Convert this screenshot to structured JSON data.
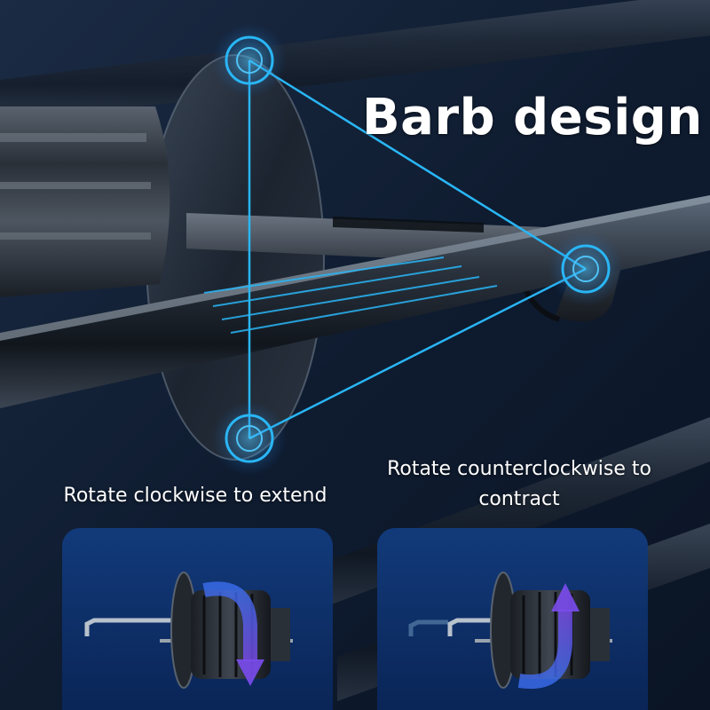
{
  "headline": "Barb design",
  "captions": {
    "clockwise": "Rotate clockwise to extend",
    "counterclockwise": "Rotate counterclockwise to contract"
  },
  "colors": {
    "background": "#0e1a2c",
    "accent_line": "#29b6f6",
    "panel": "#0f3470",
    "arrow_clockwise": "#6a4cf2",
    "arrow_counterclockwise": "#6a4cf2",
    "text": "#ffffff"
  },
  "icons": {
    "clockwise": "rotate-clockwise-arrow-icon",
    "counterclockwise": "rotate-counterclockwise-arrow-icon"
  }
}
